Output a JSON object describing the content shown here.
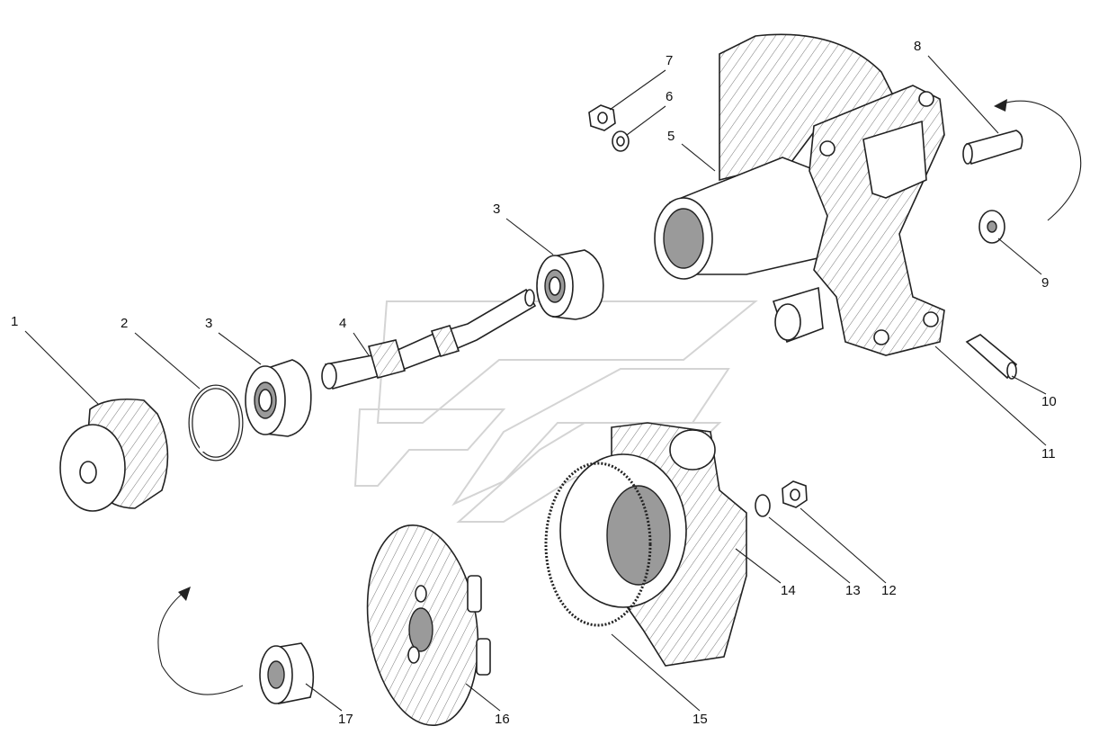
{
  "labels": {
    "p1": "1",
    "p2": "2",
    "p3a": "3",
    "p3b": "3",
    "p4": "4",
    "p5": "5",
    "p6": "6",
    "p7": "7",
    "p8": "8",
    "p9": "9",
    "p10": "10",
    "p11": "11",
    "p12": "12",
    "p13": "13",
    "p14": "14",
    "p15": "15",
    "p16": "16",
    "p17": "17"
  }
}
